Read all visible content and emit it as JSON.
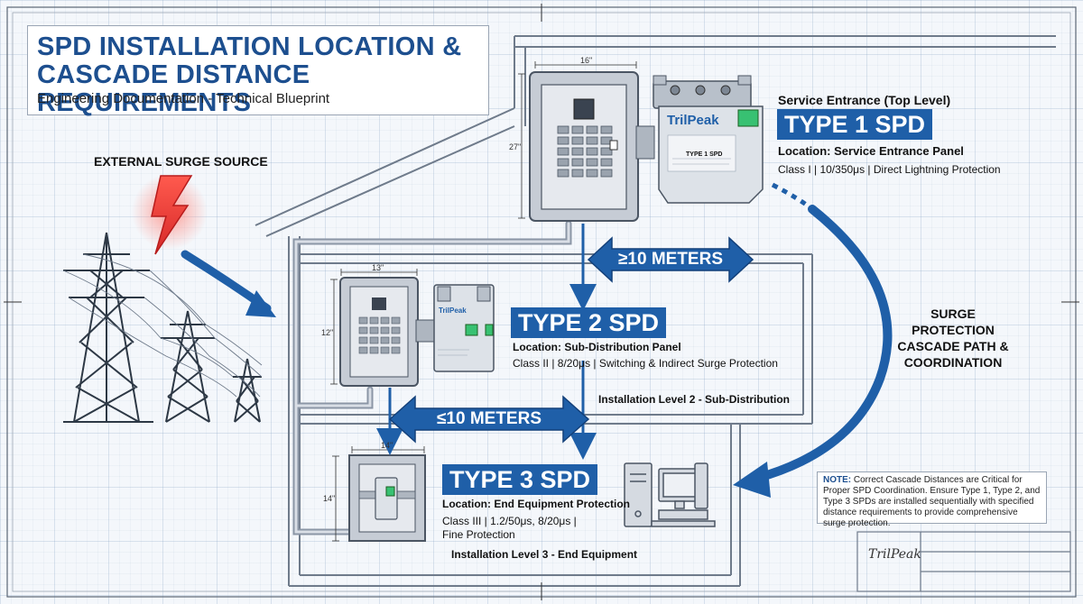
{
  "header": {
    "title_line1": "SPD INSTALLATION LOCATION &",
    "title_line2": "CASCADE DISTANCE REQUIREMENTS",
    "subtitle": "Engineering Documentation - Technical Blueprint"
  },
  "source": {
    "label": "EXTERNAL SURGE SOURCE"
  },
  "type1": {
    "level": "Service Entrance (Top Level)",
    "badge": "TYPE 1 SPD",
    "location": "Location: Service Entrance Panel",
    "spec": "Class I | 10/350μs | Direct Lightning Protection",
    "panel_width": "16\"",
    "panel_height": "27\"",
    "brand": "TrilPeak",
    "device_label": "TYPE 1 SPD"
  },
  "type2": {
    "badge": "TYPE 2 SPD",
    "location": "Location: Sub-Distribution Panel",
    "spec": "Class II | 8/20μs | Switching & Indirect Surge Protection",
    "level": "Installation Level 2 - Sub-Distribution",
    "panel_width": "13\"",
    "panel_height": "12\"",
    "brand": "TrilPeak"
  },
  "type3": {
    "badge": "TYPE 3 SPD",
    "location": "Location: End Equipment Protection",
    "spec_line1": "Class III | 1.2/50μs, 8/20μs |",
    "spec_line2": "Fine Protection",
    "level": "Installation Level 3 - End Equipment",
    "panel_width": "14\"",
    "panel_height": "14\""
  },
  "distances": {
    "upper": "≥10 METERS",
    "lower": "≤10 METERS"
  },
  "cascade": {
    "line1": "SURGE PROTECTION",
    "line2": "CASCADE PATH &",
    "line3": "COORDINATION"
  },
  "note": {
    "label": "NOTE:",
    "text": "Correct Cascade Distances are Critical for Proper SPD Coordination. Ensure Type 1, Type 2, and Type 3 SPDs are installed sequentially with specified distance requirements to provide comprehensive surge protection."
  },
  "signature": "TrilPeak",
  "colors": {
    "accent_blue": "#1f5fa8",
    "dark_blue": "#1d4f8f",
    "lightning_red": "#e53935",
    "led_green": "#38c172",
    "blueprint_bg": "#f4f7fb"
  }
}
